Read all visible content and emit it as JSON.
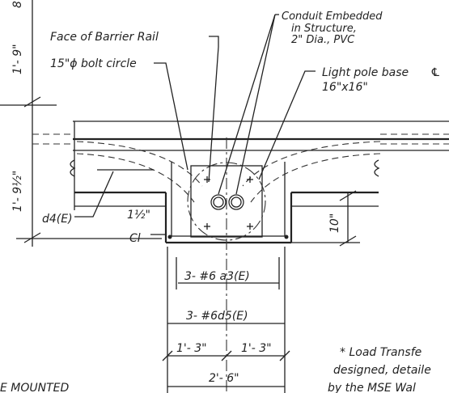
{
  "labels": {
    "conduit_1": "Conduit Embedded",
    "conduit_2": "in Structure,",
    "conduit_3": "2\" Dia., PVC",
    "face_rail": "Face of Barrier Rail",
    "bolt_circle": "15\"ϕ bolt circle",
    "light_pole_1": "Light pole base",
    "light_pole_2": "16\"x16\"",
    "cl_symbol": "℄",
    "d4e": "d4(E)",
    "cl_note_dim": "1½\"",
    "cl_note": "Cl",
    "a3e": "3- #6  a3(E)",
    "d5e": "3- #6d5(E)",
    "dim_left": "1'- 3\"",
    "dim_right": "1'- 3\"",
    "dim_total": "2'- 6\"",
    "dim_top": "1'- 9\"",
    "dim_mid": "1'- 9½\"",
    "dim_10": "10\"",
    "dim_top_clip": "8",
    "note_1": "* Load Transfe",
    "note_2": "designed, detaile",
    "note_3": "by the MSE Wal",
    "mounted": "E  MOUNTED"
  }
}
